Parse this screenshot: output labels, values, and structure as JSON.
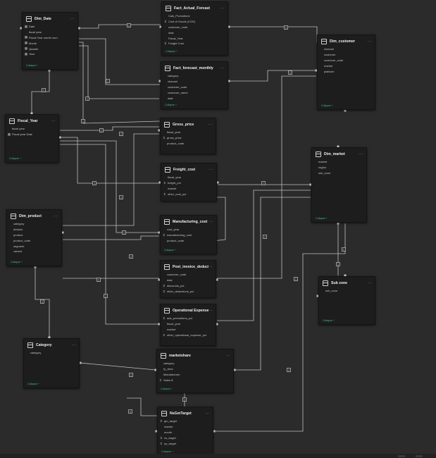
{
  "tables": [
    {
      "id": "dim_date",
      "title": "Dim_Date",
      "collapse": "Collapse ^",
      "fields": [
        {
          "icon": "calendar-icon",
          "label": "Date"
        },
        {
          "icon": "",
          "label": "fiscal year"
        },
        {
          "icon": "calendar-icon",
          "label": "Fiscal Year month num"
        },
        {
          "icon": "calendar-icon",
          "label": "Month"
        },
        {
          "icon": "calendar-icon",
          "label": "Quarter"
        },
        {
          "icon": "calendar-icon",
          "label": "Year"
        }
      ]
    },
    {
      "id": "fact_actual_forecast",
      "title": "Fact_Actual_Forcast",
      "collapse": "Collapse ^",
      "fields": [
        {
          "icon": "",
          "label": "Cals_Promotions"
        },
        {
          "icon": "sigma-icon",
          "label": "Cost of Goods (CGS)"
        },
        {
          "icon": "",
          "label": "customer_code"
        },
        {
          "icon": "",
          "label": "date"
        },
        {
          "icon": "",
          "label": "Fiscal_Year"
        },
        {
          "icon": "sigma-icon",
          "label": "Freight Cost"
        }
      ]
    },
    {
      "id": "fact_forecast_monthly",
      "title": "Fact_forecast_monthly",
      "collapse": "Collapse ^",
      "fields": [
        {
          "icon": "",
          "label": "category"
        },
        {
          "icon": "",
          "label": "channel"
        },
        {
          "icon": "",
          "label": "customer_code"
        },
        {
          "icon": "",
          "label": "customer_name"
        },
        {
          "icon": "",
          "label": "date"
        }
      ]
    },
    {
      "id": "dim_customer",
      "title": "Dim_customer",
      "collapse": "Collapse ^",
      "fields": [
        {
          "icon": "",
          "label": "channel"
        },
        {
          "icon": "",
          "label": "customer"
        },
        {
          "icon": "",
          "label": "customer_code"
        },
        {
          "icon": "",
          "label": "market"
        },
        {
          "icon": "",
          "label": "platform"
        }
      ]
    },
    {
      "id": "fiscal_year",
      "title": "Fiscal_Year",
      "collapse": "Collapse ^",
      "fields": [
        {
          "icon": "",
          "label": "fiscal year"
        },
        {
          "icon": "calendar-icon",
          "label": "Fiscal year Date"
        }
      ]
    },
    {
      "id": "gross_price",
      "title": "Gross_price",
      "collapse": "",
      "fields": [
        {
          "icon": "",
          "label": "fiscal_year"
        },
        {
          "icon": "sigma-icon",
          "label": "gross_price"
        },
        {
          "icon": "",
          "label": "product_code"
        }
      ]
    },
    {
      "id": "dim_market",
      "title": "Dim_market",
      "collapse": "Collapse ^",
      "fields": [
        {
          "icon": "",
          "label": "market"
        },
        {
          "icon": "",
          "label": "region"
        },
        {
          "icon": "",
          "label": "sub_zone"
        }
      ]
    },
    {
      "id": "freight_cost",
      "title": "Freight_cost",
      "collapse": "",
      "fields": [
        {
          "icon": "",
          "label": "fiscal_year"
        },
        {
          "icon": "sigma-icon",
          "label": "freight_pct"
        },
        {
          "icon": "",
          "label": "market"
        },
        {
          "icon": "sigma-icon",
          "label": "other_cost_pct"
        }
      ]
    },
    {
      "id": "dim_product",
      "title": "Dim_product",
      "collapse": "Collapse ^",
      "fields": [
        {
          "icon": "",
          "label": "category"
        },
        {
          "icon": "",
          "label": "division"
        },
        {
          "icon": "",
          "label": "product"
        },
        {
          "icon": "",
          "label": "product_code"
        },
        {
          "icon": "",
          "label": "segment"
        },
        {
          "icon": "",
          "label": "variant"
        }
      ]
    },
    {
      "id": "manufacturing_cost",
      "title": "Manufacturing_cost",
      "collapse": "Collapse ^",
      "fields": [
        {
          "icon": "",
          "label": "cost_year"
        },
        {
          "icon": "sigma-icon",
          "label": "manufacturing_cost"
        },
        {
          "icon": "",
          "label": "product_code"
        }
      ]
    },
    {
      "id": "post_invoice_deductions",
      "title": "Post_invoice_deductions",
      "collapse": "",
      "fields": [
        {
          "icon": "",
          "label": "customer_code"
        },
        {
          "icon": "",
          "label": "date"
        },
        {
          "icon": "sigma-icon",
          "label": "discounts_pct"
        },
        {
          "icon": "sigma-icon",
          "label": "other_deductions_pct"
        }
      ]
    },
    {
      "id": "sub_zone",
      "title": "Sub zone",
      "collapse": "Collapse ^",
      "fields": [
        {
          "icon": "",
          "label": "sub_zone"
        }
      ]
    },
    {
      "id": "operational_expense",
      "title": "Operational Expense",
      "collapse": "",
      "fields": [
        {
          "icon": "sigma-icon",
          "label": "ads_promotions_pct"
        },
        {
          "icon": "",
          "label": "fiscal_year"
        },
        {
          "icon": "",
          "label": "market"
        },
        {
          "icon": "sigma-icon",
          "label": "other_operational_expense_pct"
        }
      ]
    },
    {
      "id": "category",
      "title": "Category",
      "collapse": "Collapse ^",
      "fields": [
        {
          "icon": "",
          "label": "category"
        }
      ]
    },
    {
      "id": "marketshare",
      "title": "marketshare",
      "collapse": "Collapse ^",
      "fields": [
        {
          "icon": "",
          "label": "category"
        },
        {
          "icon": "",
          "label": "fy_desc"
        },
        {
          "icon": "",
          "label": "Manufacturer"
        },
        {
          "icon": "sigma-icon",
          "label": "Sales $"
        }
      ]
    },
    {
      "id": "nsgm_target",
      "title": "NsGmTarget",
      "collapse": "Collapse ^",
      "fields": [
        {
          "icon": "sigma-icon",
          "label": "gm_target"
        },
        {
          "icon": "",
          "label": "market"
        },
        {
          "icon": "",
          "label": "month"
        },
        {
          "icon": "sigma-icon",
          "label": "ns_target"
        },
        {
          "icon": "sigma-icon",
          "label": "np_target"
        }
      ]
    }
  ],
  "relationships": [
    {
      "from": "dim_date",
      "to": "fact_actual_forecast",
      "card": "1"
    },
    {
      "from": "fact_actual_forecast",
      "to": "dim_customer",
      "card": "1"
    },
    {
      "from": "dim_customer",
      "to": "fact_forecast_monthly",
      "card": "1"
    },
    {
      "from": "dim_customer",
      "to": "post_invoice_deductions",
      "card": "1"
    },
    {
      "from": "dim_date",
      "to": "fiscal_year",
      "card": "1"
    },
    {
      "from": "fiscal_year",
      "to": "gross_price",
      "card": "1"
    },
    {
      "from": "fiscal_year",
      "to": "freight_cost",
      "card": "1"
    },
    {
      "from": "fiscal_year",
      "to": "manufacturing_cost",
      "card": "1"
    },
    {
      "from": "fiscal_year",
      "to": "operational_expense",
      "card": "1"
    },
    {
      "from": "dim_market",
      "to": "freight_cost",
      "card": "1"
    },
    {
      "from": "dim_market",
      "to": "operational_expense",
      "card": "1"
    },
    {
      "from": "dim_market",
      "to": "nsgm_target",
      "card": "1"
    },
    {
      "from": "dim_market",
      "to": "sub_zone",
      "card": "1"
    },
    {
      "from": "dim_market",
      "to": "marketshare",
      "card": "1"
    },
    {
      "from": "dim_product",
      "to": "gross_price",
      "card": "1"
    },
    {
      "from": "dim_product",
      "to": "manufacturing_cost",
      "card": "1"
    },
    {
      "from": "dim_product",
      "to": "post_invoice_deductions",
      "card": "1"
    },
    {
      "from": "dim_product",
      "to": "category",
      "card": "1"
    },
    {
      "from": "category",
      "to": "marketshare",
      "card": "1"
    },
    {
      "from": "dim_date",
      "to": "fact_forecast_monthly",
      "card": "1"
    }
  ]
}
